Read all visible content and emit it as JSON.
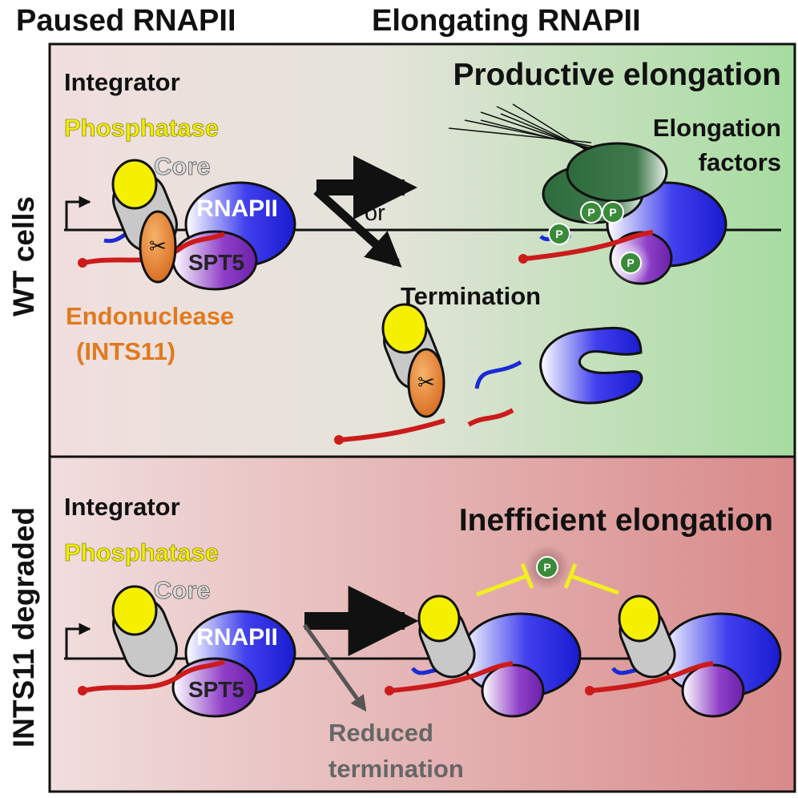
{
  "headers": {
    "left": "Paused RNAPII",
    "right": "Elongating RNAPII"
  },
  "panels": {
    "top": {
      "side_label": "WT cells",
      "title": "Productive elongation",
      "integrator": "Integrator",
      "phosphatase": "Phosphatase",
      "core": "Core",
      "rnapii": "RNAPII",
      "spt5": "SPT5",
      "endonuclease": "Endonuclease",
      "ints11": "(INTS11)",
      "or": "or",
      "termination": "Termination",
      "elongation_factors_1": "Elongation",
      "elongation_factors_2": "factors",
      "phospho": "P"
    },
    "bottom": {
      "side_label": "INTS11 degraded",
      "title": "Inefficient elongation",
      "integrator": "Integrator",
      "phosphatase": "Phosphatase",
      "core": "Core",
      "rnapii": "RNAPII",
      "spt5": "SPT5",
      "reduced_1": "Reduced",
      "reduced_2": "termination",
      "phospho": "P"
    }
  },
  "colors": {
    "phosphatase": "#f5f000",
    "endonuclease": "#e07a1e",
    "rnapii": "#2a2ad6",
    "spt5": "#7a2fb0",
    "rna": "#cc1b1b",
    "elongation_factor": "#2f6a3c",
    "phospho": "#3a8a3a"
  }
}
